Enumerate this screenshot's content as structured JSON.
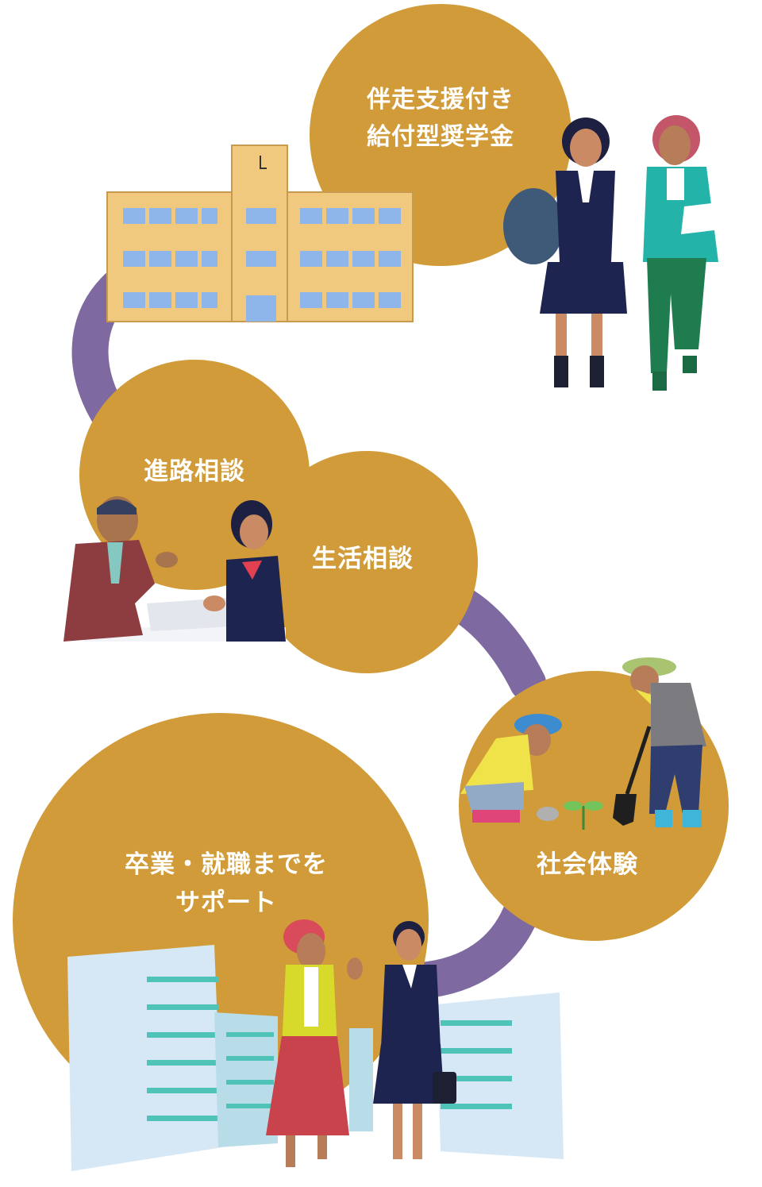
{
  "colors": {
    "circle": "#d09b38",
    "path": "#7e69a0",
    "label": "#ffffff"
  },
  "steps": [
    {
      "id": "scholarship",
      "lines": [
        "伴走支援付き",
        "給付型奨学金"
      ]
    },
    {
      "id": "career",
      "lines": [
        "進路相談"
      ]
    },
    {
      "id": "life",
      "lines": [
        "生活相談"
      ]
    },
    {
      "id": "social",
      "lines": [
        "社会体験"
      ]
    },
    {
      "id": "support",
      "lines": [
        "卒業・就職までを",
        "サポート"
      ]
    }
  ],
  "illustrations": [
    "school-building-illustration",
    "student-and-mentor-illustration",
    "counseling-illustration",
    "gardening-illustration",
    "graduates-city-illustration"
  ]
}
